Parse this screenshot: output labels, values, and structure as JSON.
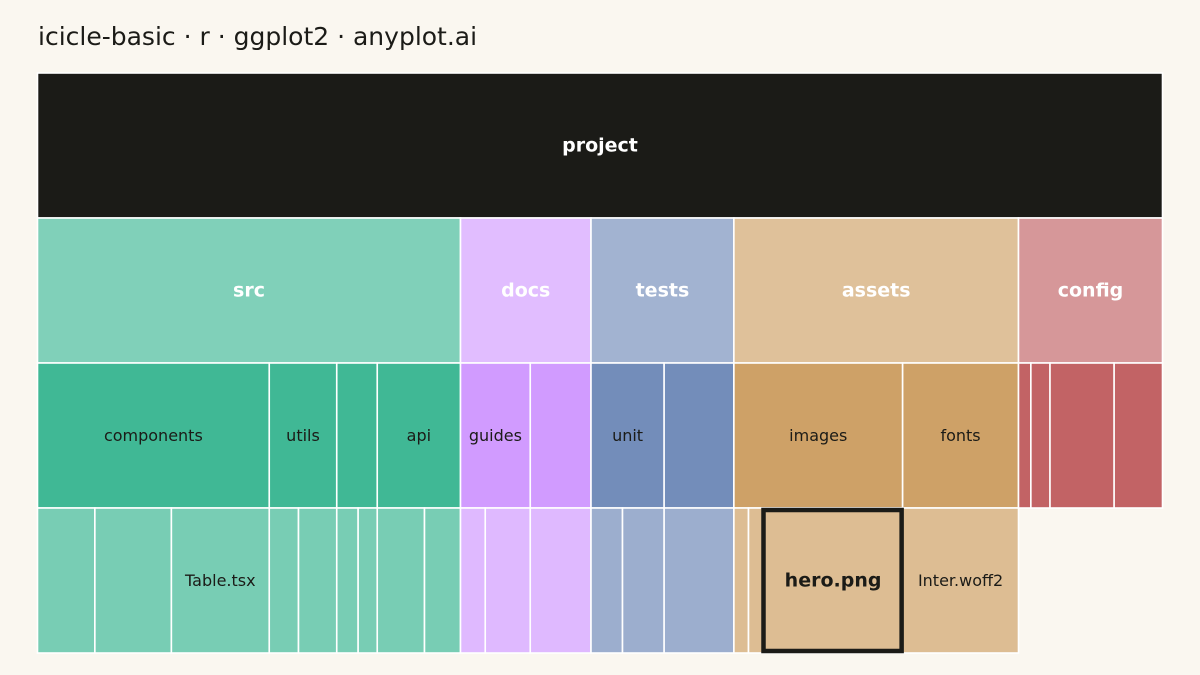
{
  "title": "icicle-basic · r · ggplot2 · anyplot.ai",
  "colors": {
    "background": "#FAF7F0",
    "root": "#1B1B17",
    "src": "#00A072",
    "docs": "#C27AFF",
    "tests": "#4467A3",
    "assets": "#BE8234",
    "config": "#AD2F32",
    "highlight_border": "#1B1B17",
    "cell_border": "#FFFFFF"
  },
  "chart_data": {
    "type": "icicle",
    "title": "icicle-basic · r · ggplot2 · anyplot.ai",
    "orientation": "top-down",
    "highlighted": "hero.png",
    "tree": {
      "name": "project",
      "label": "project",
      "value": 100,
      "children": [
        {
          "name": "src",
          "label": "src",
          "value": 37.6,
          "children": [
            {
              "name": "components",
              "label": "components",
              "value": 20.6,
              "children": [
                {
                  "name": "components-file-1",
                  "label": "",
                  "value": 5.1
                },
                {
                  "name": "components-file-2",
                  "label": "",
                  "value": 6.8
                },
                {
                  "name": "Table.tsx",
                  "label": "Table.tsx",
                  "value": 8.7
                }
              ]
            },
            {
              "name": "utils",
              "label": "utils",
              "value": 6.0,
              "children": [
                {
                  "name": "utils-file-1",
                  "label": "",
                  "value": 2.6
                },
                {
                  "name": "utils-file-2",
                  "label": "",
                  "value": 3.4
                }
              ]
            },
            {
              "name": "src-dir-3",
              "label": "",
              "value": 3.6,
              "children": [
                {
                  "name": "src-dir-3-file-1",
                  "label": "",
                  "value": 1.9
                },
                {
                  "name": "src-dir-3-file-2",
                  "label": "",
                  "value": 1.7
                }
              ]
            },
            {
              "name": "api",
              "label": "api",
              "value": 7.4,
              "children": [
                {
                  "name": "api-file-1",
                  "label": "",
                  "value": 4.2
                },
                {
                  "name": "api-file-2",
                  "label": "",
                  "value": 3.2
                }
              ]
            }
          ]
        },
        {
          "name": "docs",
          "label": "docs",
          "value": 11.6,
          "children": [
            {
              "name": "guides",
              "label": "guides",
              "value": 6.2,
              "children": [
                {
                  "name": "guides-file-1",
                  "label": "",
                  "value": 2.2
                },
                {
                  "name": "guides-file-2",
                  "label": "",
                  "value": 4.0
                }
              ]
            },
            {
              "name": "docs-dir-2",
              "label": "",
              "value": 5.4,
              "children": [
                {
                  "name": "docs-dir-2-file-1",
                  "label": "",
                  "value": 5.4
                }
              ]
            }
          ]
        },
        {
          "name": "tests",
          "label": "tests",
          "value": 12.7,
          "children": [
            {
              "name": "unit",
              "label": "unit",
              "value": 6.5,
              "children": [
                {
                  "name": "unit-file-1",
                  "label": "",
                  "value": 2.8
                },
                {
                  "name": "unit-file-2",
                  "label": "",
                  "value": 3.7
                }
              ]
            },
            {
              "name": "tests-dir-2",
              "label": "",
              "value": 6.2,
              "children": [
                {
                  "name": "tests-dir-2-file-1",
                  "label": "",
                  "value": 6.2
                }
              ]
            }
          ]
        },
        {
          "name": "assets",
          "label": "assets",
          "value": 25.3,
          "children": [
            {
              "name": "images",
              "label": "images",
              "value": 15.0,
              "children": [
                {
                  "name": "images-file-1",
                  "label": "",
                  "value": 1.3
                },
                {
                  "name": "hero.png",
                  "label": "hero.png",
                  "value": 13.7
                }
              ]
            },
            {
              "name": "fonts",
              "label": "fonts",
              "value": 10.3,
              "children": [
                {
                  "name": "Inter.woff2",
                  "label": "Inter.woff2",
                  "value": 10.3
                }
              ]
            }
          ]
        },
        {
          "name": "config",
          "label": "config",
          "value": 12.8,
          "children": [
            {
              "name": "config-file-1",
              "label": "",
              "value": 1.1
            },
            {
              "name": "config-file-2",
              "label": "",
              "value": 1.7
            },
            {
              "name": "config-file-3",
              "label": "",
              "value": 5.7
            },
            {
              "name": "config-file-4",
              "label": "",
              "value": 4.3
            }
          ]
        }
      ]
    }
  }
}
